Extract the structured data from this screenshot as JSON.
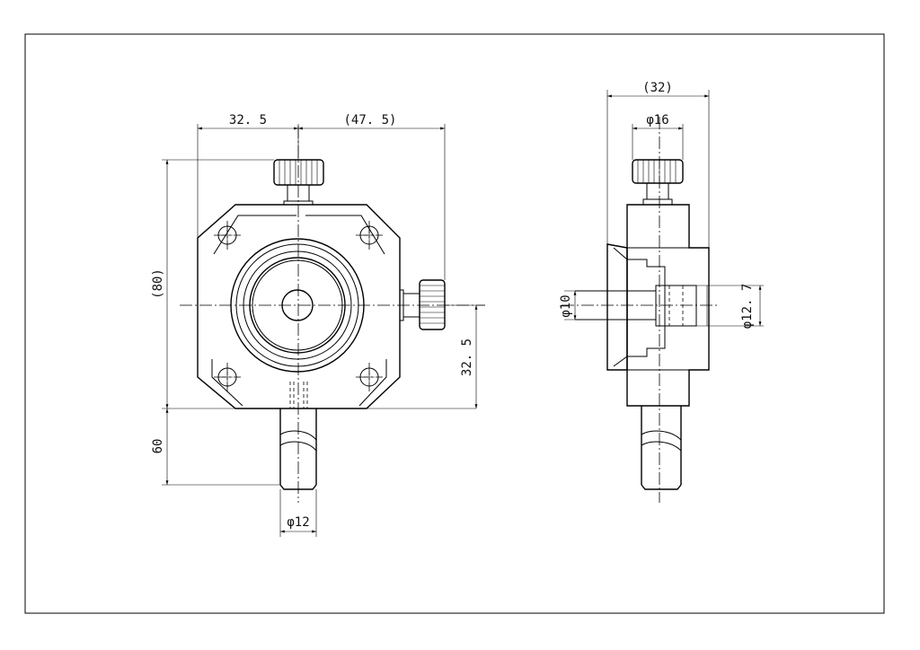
{
  "front_view": {
    "dim_left_width": "32. 5",
    "dim_right_width": "(47. 5)",
    "dim_height_total": "(80)",
    "dim_knob_height": "32. 5",
    "dim_post_length": "60",
    "dim_post_diameter": "φ12"
  },
  "side_view": {
    "dim_total_depth": "(32)",
    "dim_knob_diameter": "φ16",
    "dim_bore_diameter": "φ10",
    "dim_mount_diameter": "φ12. 7"
  }
}
